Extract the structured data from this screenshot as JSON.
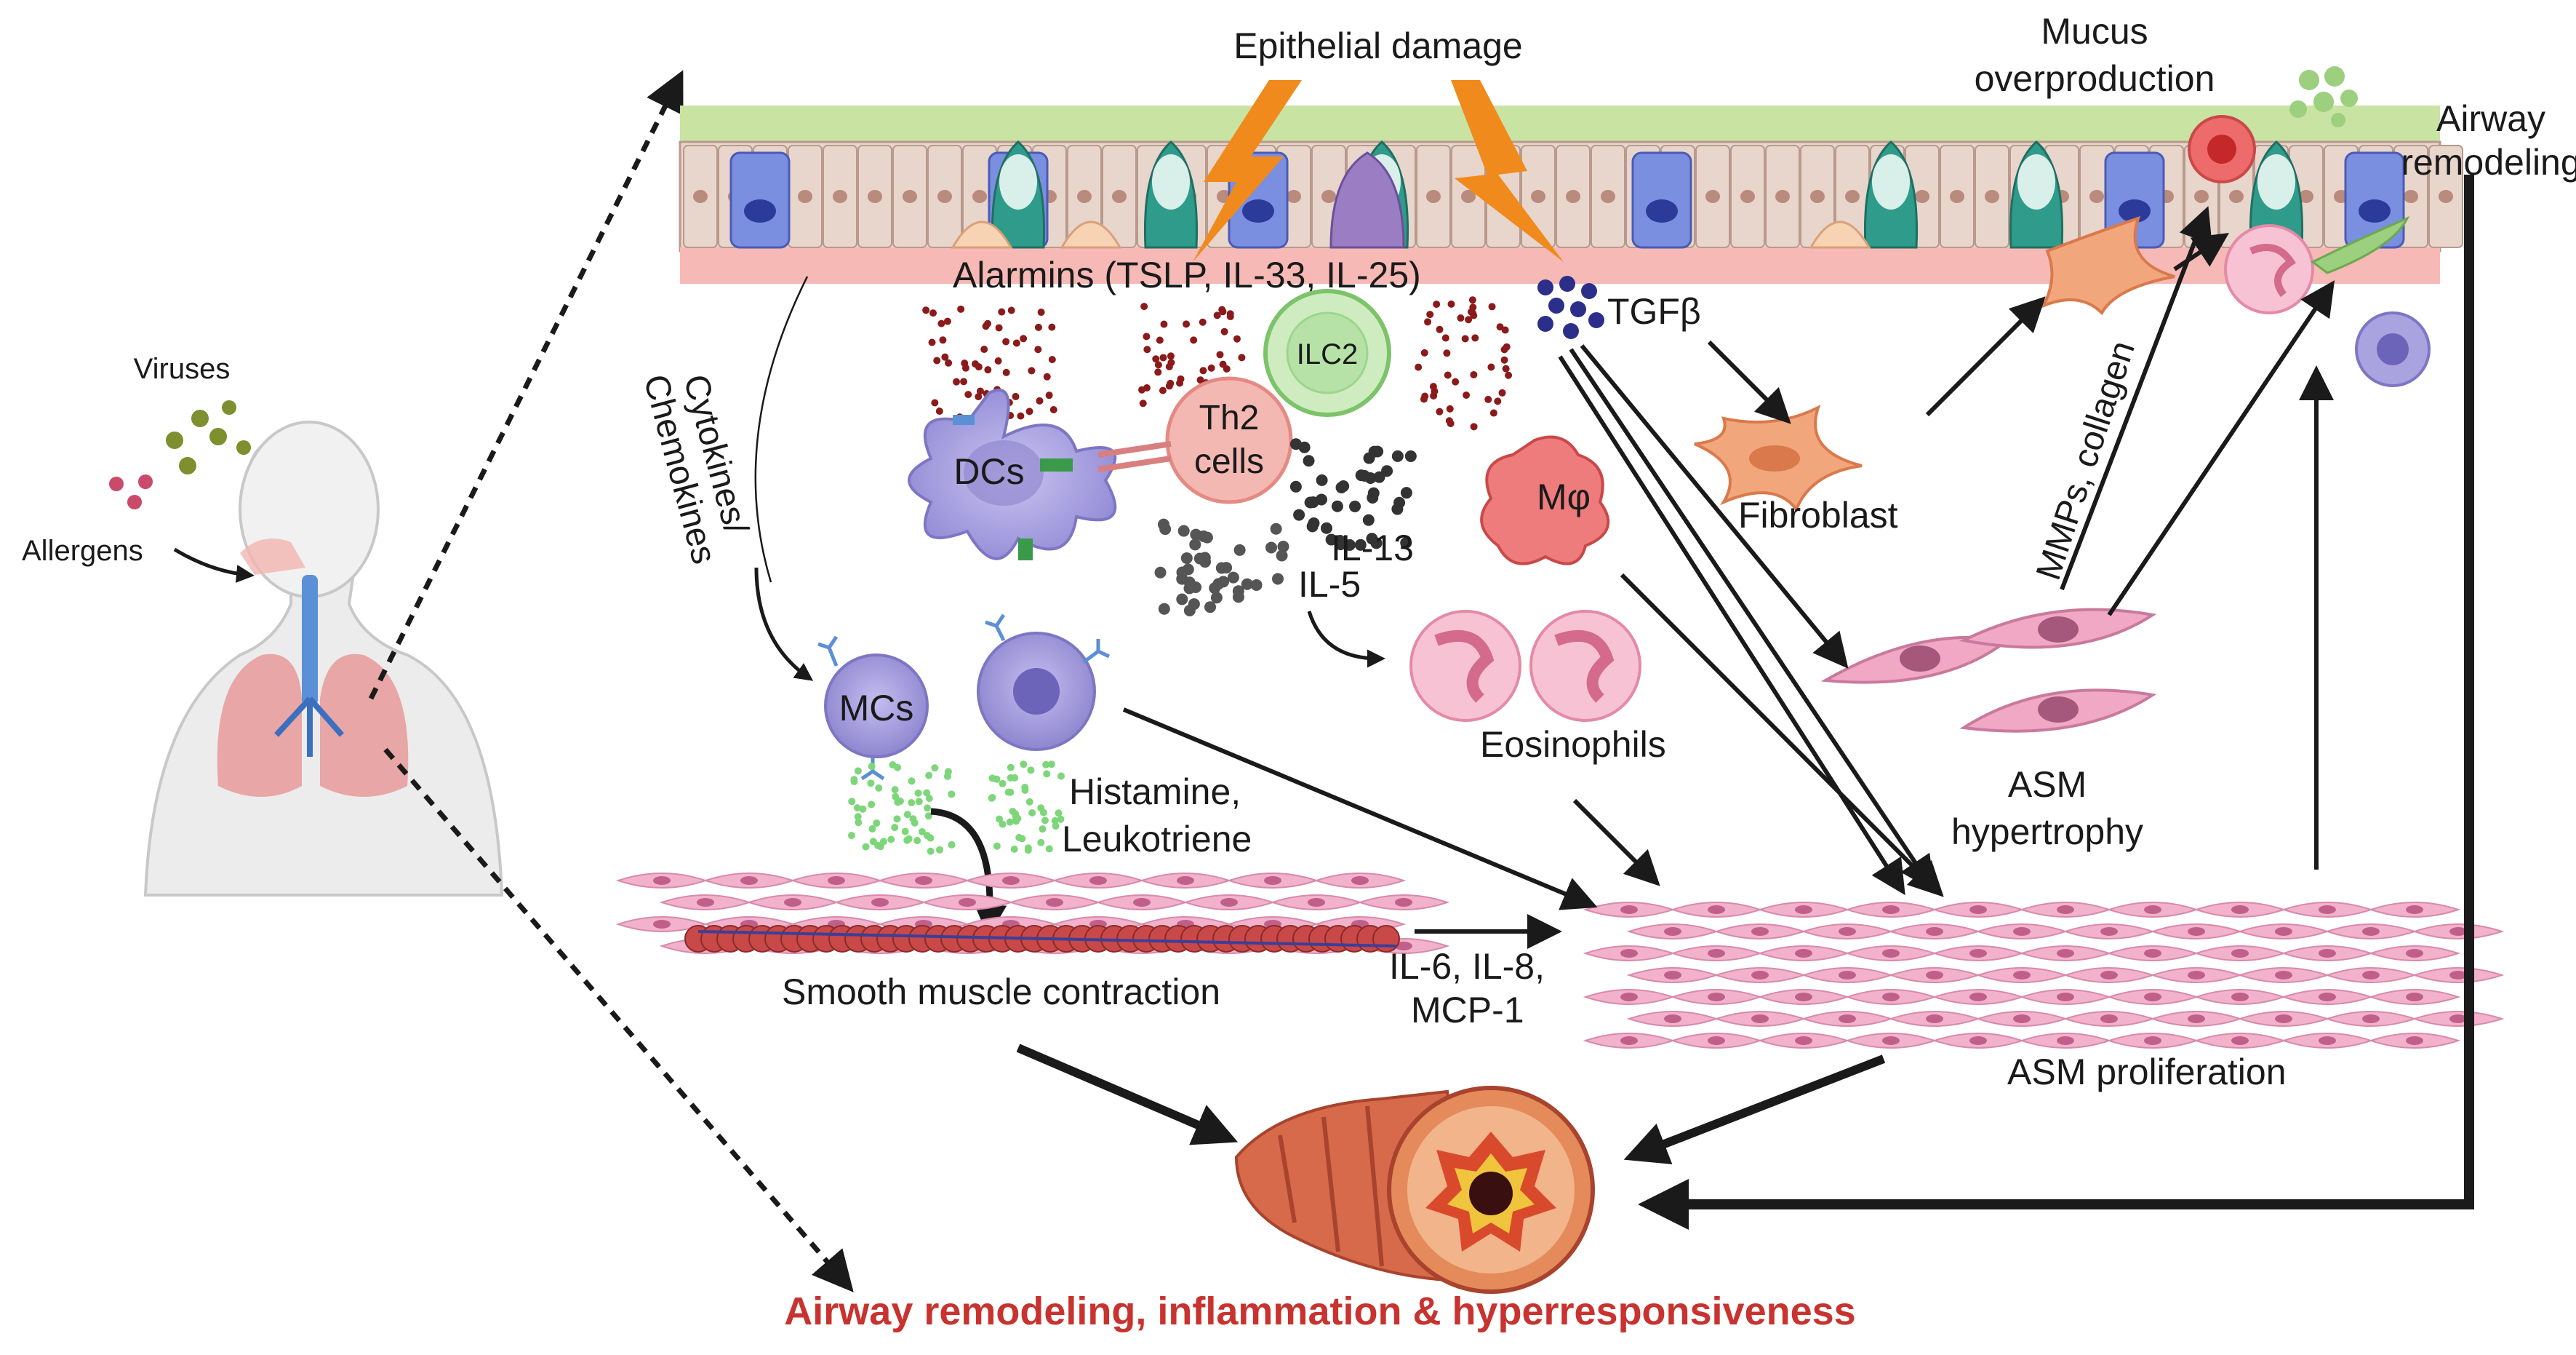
{
  "labels": {
    "viruses": "Viruses",
    "allergens": "Allergens",
    "epithelial_damage": "Epithelial damage",
    "mucus_line1": "Mucus",
    "mucus_line2": "overproduction",
    "airway_remodeling_line1": "Airway",
    "airway_remodeling_line2": "remodeling",
    "alarmins": "Alarmins (TSLP, IL-33, IL-25)",
    "tgfb": "TGFβ",
    "cytokines_line1": "Cytokines/",
    "cytokines_line2": "Chemokines",
    "ilc2": "ILC2",
    "th2_line1": "Th2",
    "th2_line2": "cells",
    "dcs": "DCs",
    "il13": "IL-13",
    "il5": "IL-5",
    "macrophage": "Mφ",
    "fibroblast": "Fibroblast",
    "mmps": "MMPs, collagen",
    "mcs": "MCs",
    "eosinophils": "Eosinophils",
    "histamine_line1": "Histamine,",
    "histamine_line2": "Leukotriene",
    "asm_hypertrophy_line1": "ASM",
    "asm_hypertrophy_line2": "hypertrophy",
    "smooth_muscle": "Smooth muscle contraction",
    "il6_line1": "IL-6, IL-8,",
    "il6_line2": "MCP-1",
    "asm_proliferation": "ASM proliferation",
    "bottom_title": "Airway remodeling,  inflammation & hyperresponsiveness"
  },
  "colors": {
    "title_red": "#c8332f",
    "epithelium": "#e8d5cc",
    "cilia": "#c9e3a3",
    "goblet": "#2f9b8a",
    "club_cell": "#6b7fd1",
    "basement": "#f6b9b6",
    "lightning": "#f08a1c",
    "alarmin_dots": "#8b1a1a",
    "dc_purple": "#a9a3e0",
    "th2_pink": "#f4a7a2",
    "ilc2_green": "#b6e2a8",
    "macrophage_red": "#e85c5c",
    "fibroblast_orange": "#f2a67c",
    "asm_pink": "#f0a8c4",
    "eosinophil_pink": "#f7c3d4",
    "mast_purple": "#9b94d6",
    "histamine_green": "#7ed67a",
    "muscle_red": "#c94848",
    "arrow_black": "#1a1a1a"
  }
}
